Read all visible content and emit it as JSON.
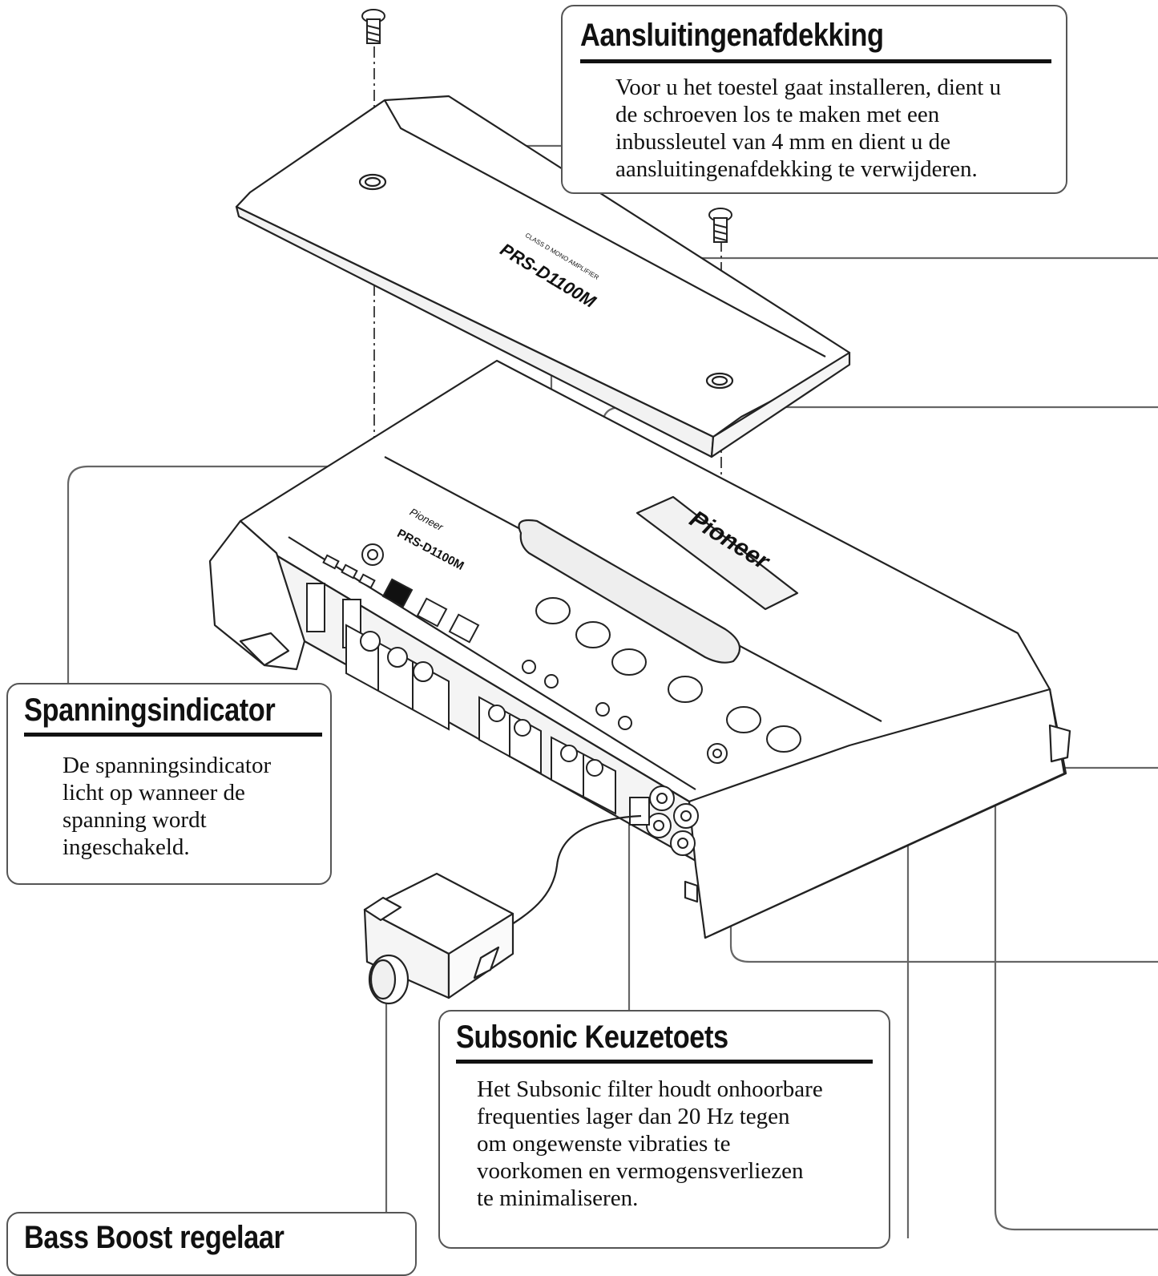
{
  "callouts": {
    "cover": {
      "title": "Aansluitingenafdekking",
      "lines": [
        "Voor u het toestel gaat installeren, dient u",
        "de schroeven los te maken met een",
        "inbussleutel van 4 mm en dient u de",
        "aansluitingenafdekking te verwijderen."
      ]
    },
    "power": {
      "title": "Spanningsindicator",
      "lines": [
        "De spanningsindicator",
        "licht op wanneer de",
        "spanning wordt",
        "ingeschakeld."
      ]
    },
    "subsonic": {
      "title": "Subsonic Keuzetoets",
      "lines": [
        "Het Subsonic filter houdt onhoorbare",
        "frequenties lager dan 20 Hz tegen",
        "om ongewenste vibraties te",
        "voorkomen en vermogensverliezen",
        "te minimaliseren."
      ]
    },
    "bass": {
      "title": "Bass Boost regelaar"
    }
  },
  "device": {
    "brand": "Pioneer",
    "model": "PRS-D1100M",
    "subtitle": "CLASS D MONO AMPLIFIER"
  },
  "colors": {
    "outline": "#222222",
    "leader": "#666666",
    "fill": "#ffffff",
    "shadow": "#e6e6e6"
  }
}
